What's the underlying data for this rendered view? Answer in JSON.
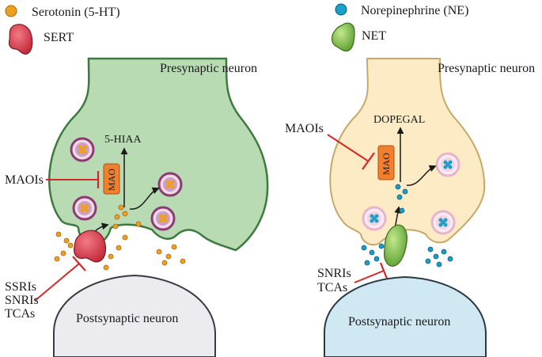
{
  "left_panel": {
    "legend": {
      "molecule_label": "Serotonin (5-HT)",
      "transporter_label": "SERT"
    },
    "presynaptic_label": "Presynaptic neuron",
    "postsynaptic_label": "Postsynaptic neuron",
    "metabolite_label": "5-HIAA",
    "enzyme_label": "MAO",
    "inhibitor_mao_label": "MAOIs",
    "inhibitor_transporter_lines": [
      "SSRIs",
      "SNRIs",
      "TCAs"
    ]
  },
  "right_panel": {
    "legend": {
      "molecule_label": "Norepinephrine (NE)",
      "transporter_label": "NET"
    },
    "presynaptic_label": "Presynaptic neuron",
    "postsynaptic_label": "Postsynaptic neuron",
    "metabolite_label": "DOPEGAL",
    "enzyme_label": "MAO",
    "inhibitor_mao_label": "MAOIs",
    "inhibitor_transporter_lines": [
      "SNRIs",
      "TCAs"
    ]
  },
  "colors": {
    "serotonin": "#f0a020",
    "sert": "#e0404e",
    "norepinephrine": "#1a9fc8",
    "net": "#8ccc4c",
    "left_neuron_fill": "#b9dbb4",
    "left_neuron_stroke": "#3d7a3d",
    "right_neuron_fill": "#fcebc4",
    "right_neuron_stroke": "#c8a868",
    "left_post_fill": "#ececf0",
    "right_post_fill": "#cfe8f2",
    "mao": "#f08030",
    "inhibitor": "#d42828",
    "vesicle_left": "#8a3c72",
    "vesicle_right": "#e8b4cc"
  }
}
